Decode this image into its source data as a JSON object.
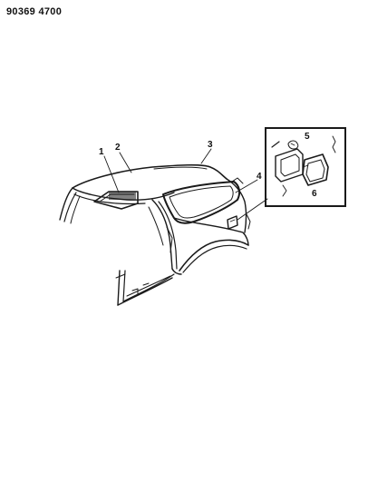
{
  "header": {
    "doc_code": "90369 4700"
  },
  "callouts": [
    {
      "id": "1",
      "label": "1"
    },
    {
      "id": "2",
      "label": "2"
    },
    {
      "id": "3",
      "label": "3"
    },
    {
      "id": "4",
      "label": "4"
    },
    {
      "id": "5",
      "label": "5"
    },
    {
      "id": "6",
      "label": "6"
    }
  ]
}
